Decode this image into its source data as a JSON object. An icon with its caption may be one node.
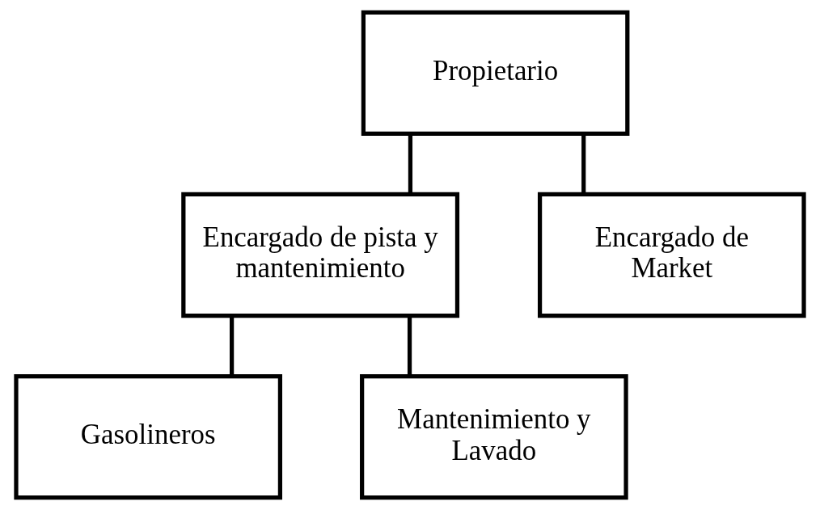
{
  "diagram": {
    "nodes": [
      {
        "text": [
          "Propietario"
        ]
      },
      {
        "text": [
          "Encargado de pista y mantenimiento"
        ]
      },
      {
        "text": [
          "Encargado de Market"
        ]
      },
      {
        "text": [
          "Gasolineros"
        ]
      },
      {
        "text": [
          "Mantenimiento y Lavado"
        ]
      }
    ],
    "edges": [
      {
        "from": 0,
        "to": 1,
        "arrow": "none"
      },
      {
        "from": 0,
        "to": 2,
        "arrow": "none"
      },
      {
        "from": 1,
        "to": 3,
        "arrow": "none"
      },
      {
        "from": 1,
        "to": 4,
        "arrow": "none"
      }
    ]
  }
}
